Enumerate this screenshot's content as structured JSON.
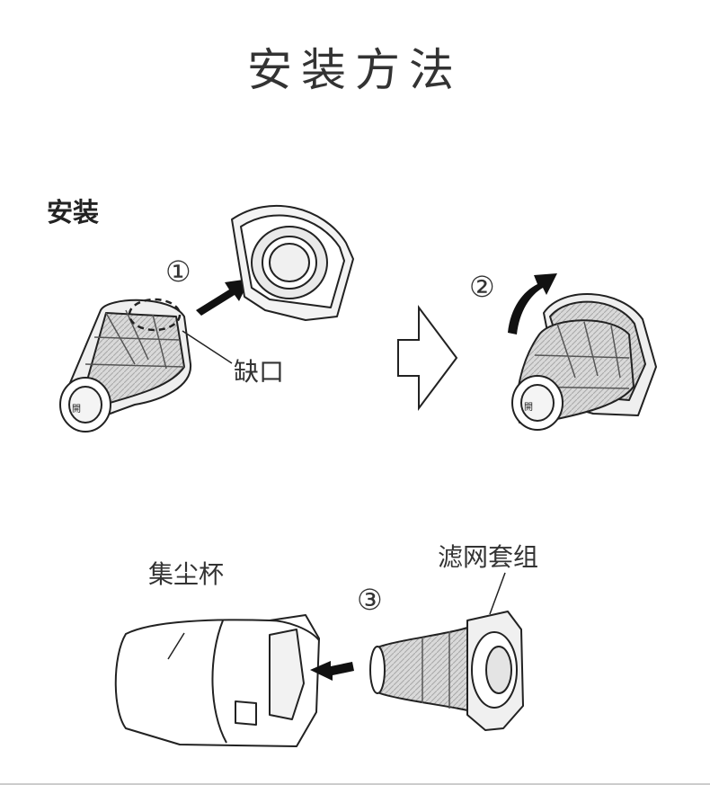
{
  "title": "安装方法",
  "section": {
    "label": "安装"
  },
  "steps": [
    "①",
    "②",
    "③"
  ],
  "labels": {
    "notch": "缺口",
    "dust_cup": "集尘杯",
    "filter_set": "滤网套组"
  },
  "filter_text": "開",
  "colors": {
    "line": "#222222",
    "fill_light": "#e6e6e6",
    "fill_mid": "#cfcfcf",
    "mesh": "#bdbdbd"
  },
  "icons": [
    "push-arrow-icon",
    "rotate-arrow-icon",
    "next-step-arrow-icon",
    "insert-arrow-icon"
  ]
}
